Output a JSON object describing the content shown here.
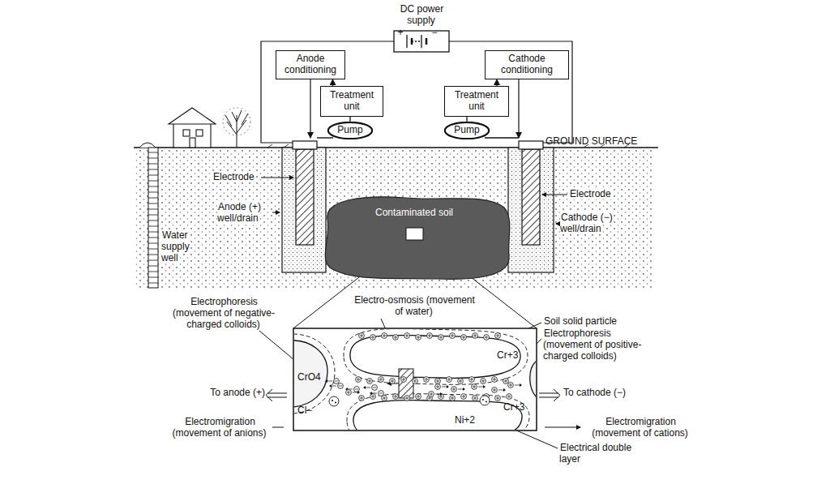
{
  "diagram": {
    "nodes": [
      {
        "text": [
          "Anode conditioning"
        ]
      },
      {
        "text": [
          "Cathode conditioning"
        ]
      },
      {
        "text": [
          "Treatment unit"
        ]
      },
      {
        "text": [
          "Treatment unit"
        ]
      },
      {
        "text": [
          "Pump"
        ]
      },
      {
        "text": [
          "Pump"
        ]
      },
      {
        "text": [
          "Contaminated soil"
        ]
      }
    ],
    "edges": [
      {
        "from": 2,
        "to": 0,
        "arrow": "to"
      },
      {
        "from": 4,
        "to": 2,
        "arrow": "none"
      },
      {
        "from": 3,
        "to": 1,
        "arrow": "to"
      },
      {
        "from": 5,
        "to": 3,
        "arrow": "none"
      }
    ],
    "labels": [
      "DC power supply",
      "+",
      "−",
      "GROUND SURFACE",
      "Electrode",
      "Anode (+) well/drain",
      "Water supply well",
      "Electrode",
      "Cathode (−) well/drain",
      "Electro-osmosis (movement of water)",
      "Electrophoresis (movement of negative-charged colloids)",
      "Soil solid particle",
      "Electrophoresis (movement of positive-charged colloids)",
      "CrO4",
      "Cl−",
      "Cr+3",
      "To anode (+)",
      "To cathode (−)",
      "Ni+2",
      "Cr+3",
      "Electromigration (movement of anions)",
      "Electromigration (movement of cations)",
      "Electrical double layer"
    ]
  }
}
